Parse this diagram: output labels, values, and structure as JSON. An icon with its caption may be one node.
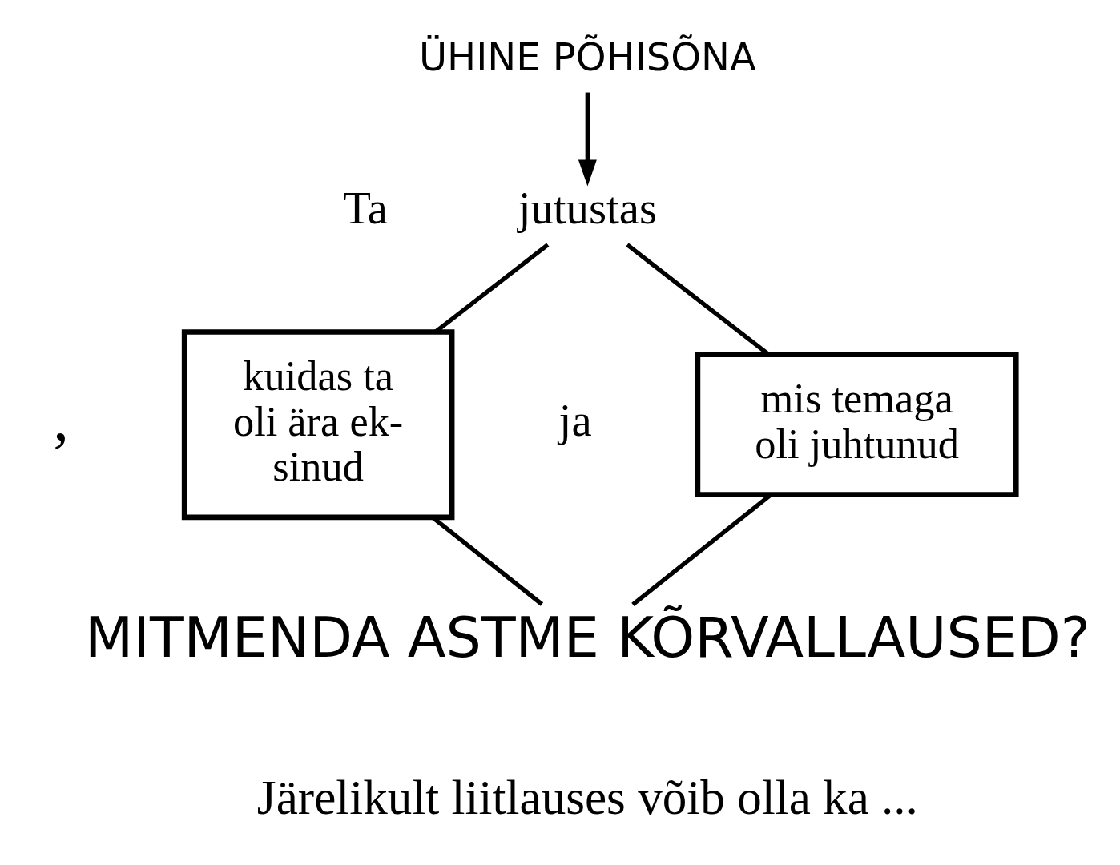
{
  "diagram": {
    "nodes": [
      {
        "text": [
          "ÜHINE PÕHISÕNA"
        ]
      },
      {
        "text": [
          "jutustas"
        ]
      },
      {
        "text": [
          "kuidas ta oli ära ek- sinud"
        ]
      },
      {
        "text": [
          "mis temaga oli juhtunud"
        ]
      },
      {
        "text": [
          "MITMENDA ASTME KÕRVALLAUSED?"
        ]
      }
    ],
    "edges": [
      {
        "from": 0,
        "to": 1,
        "arrow": "to"
      },
      {
        "from": 1,
        "to": 2,
        "arrow": "none"
      },
      {
        "from": 1,
        "to": 3,
        "arrow": "none"
      },
      {
        "from": 2,
        "to": 4,
        "arrow": "none"
      },
      {
        "from": 3,
        "to": 4,
        "arrow": "none"
      }
    ],
    "labels": [
      "Ta",
      ",",
      "ja",
      "Järelikult liitlauses võib olla ka ..."
    ]
  }
}
